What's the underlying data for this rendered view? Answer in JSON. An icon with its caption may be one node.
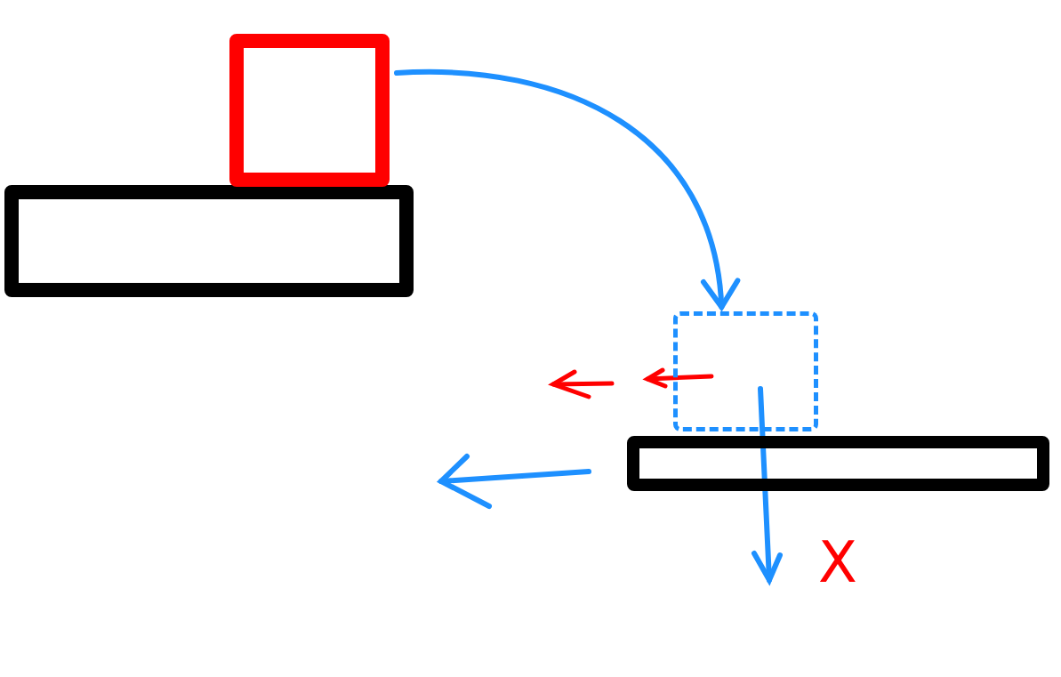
{
  "diagram": {
    "nodes": [
      {
        "text": [],
        "shape": "box"
      },
      {
        "text": [],
        "shape": "box"
      },
      {
        "text": [],
        "shape": "box"
      },
      {
        "text": [],
        "shape": "box"
      }
    ],
    "edges": [
      {
        "from": 1,
        "to": 2,
        "arrow": "to"
      }
    ],
    "labels": [
      "X"
    ]
  }
}
